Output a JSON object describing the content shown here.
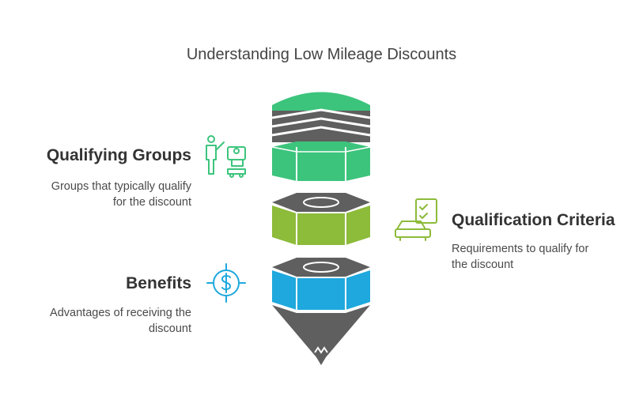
{
  "title": "Understanding Low Mileage Discounts",
  "sections": {
    "qualifying_groups": {
      "heading": "Qualifying Groups",
      "desc_line1": "Groups that typically qualify",
      "desc_line2": "for the discount",
      "color": "#3cc47c",
      "icon": "person-presenting-car-icon"
    },
    "qualification_criteria": {
      "heading": "Qualification Criteria",
      "desc_line1": "Requirements to qualify for",
      "desc_line2": "the discount",
      "color": "#8dbb3a",
      "icon": "checklist-car-icon"
    },
    "benefits": {
      "heading": "Benefits",
      "desc_line1": "Advantages of receiving the",
      "desc_line2": "discount",
      "color": "#1ea8dd",
      "icon": "dollar-target-icon"
    }
  },
  "colors": {
    "dark_gray": "#5f5f5f",
    "line_gray": "#ffffff"
  }
}
